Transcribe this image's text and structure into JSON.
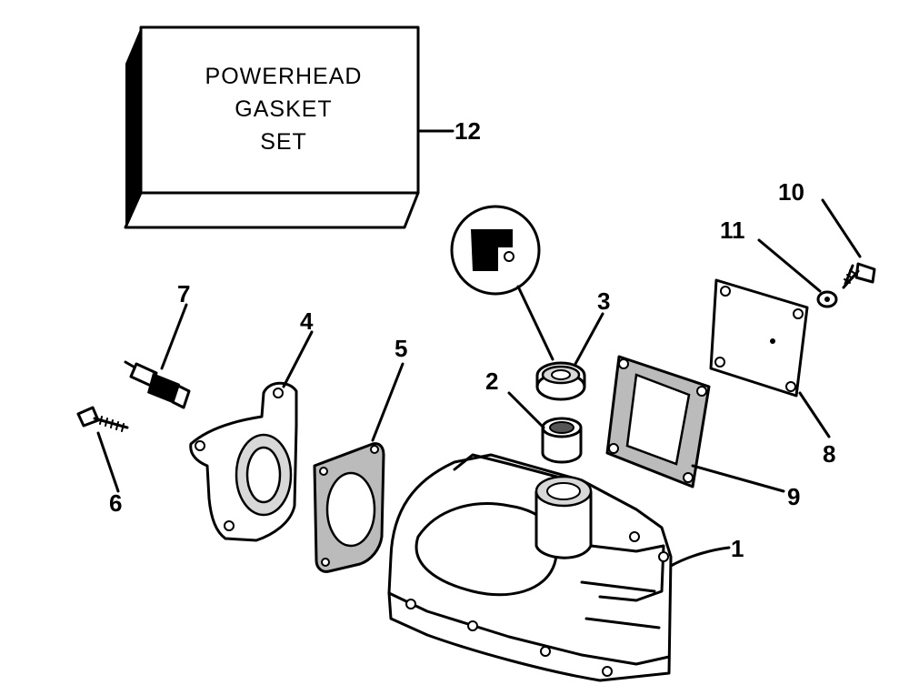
{
  "box_label": {
    "line1": "POWERHEAD",
    "line2": "GASKET",
    "line3": "SET"
  },
  "callouts": [
    "1",
    "2",
    "3",
    "4",
    "5",
    "6",
    "7",
    "8",
    "9",
    "10",
    "11",
    "12"
  ]
}
